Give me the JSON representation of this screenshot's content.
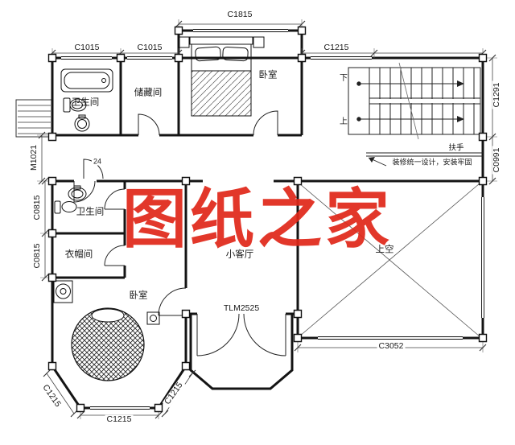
{
  "watermark": {
    "text": "图纸之家",
    "color": "#e02718"
  },
  "dims": {
    "c1815": "C1815",
    "c1015_a": "C1015",
    "c1015_b": "C1015",
    "c1215_top": "C1215",
    "c1291": "C1291",
    "c0991": "C0991",
    "m1021": "M1021",
    "c0815_a": "C0815",
    "c0815_b": "C0815",
    "tlm2525": "TLM2525",
    "c3052": "C3052",
    "c1215_bottom": "C1215",
    "c1215_bay_left": "C1215",
    "c1215_bay_right": "C1215",
    "door_24": "24"
  },
  "rooms": {
    "bathroom_upper": "卫生间",
    "storage": "储藏间",
    "bedroom_upper": "卧室",
    "bathroom_lower": "卫生间",
    "cloakroom": "衣帽间",
    "bedroom_lower": "卧室",
    "small_living": "小客厅",
    "void": "上空"
  },
  "stairs": {
    "down": "下",
    "up": "上"
  },
  "annotations": {
    "handrail": "扶手",
    "note": "装修统一设计，安装牢固"
  }
}
